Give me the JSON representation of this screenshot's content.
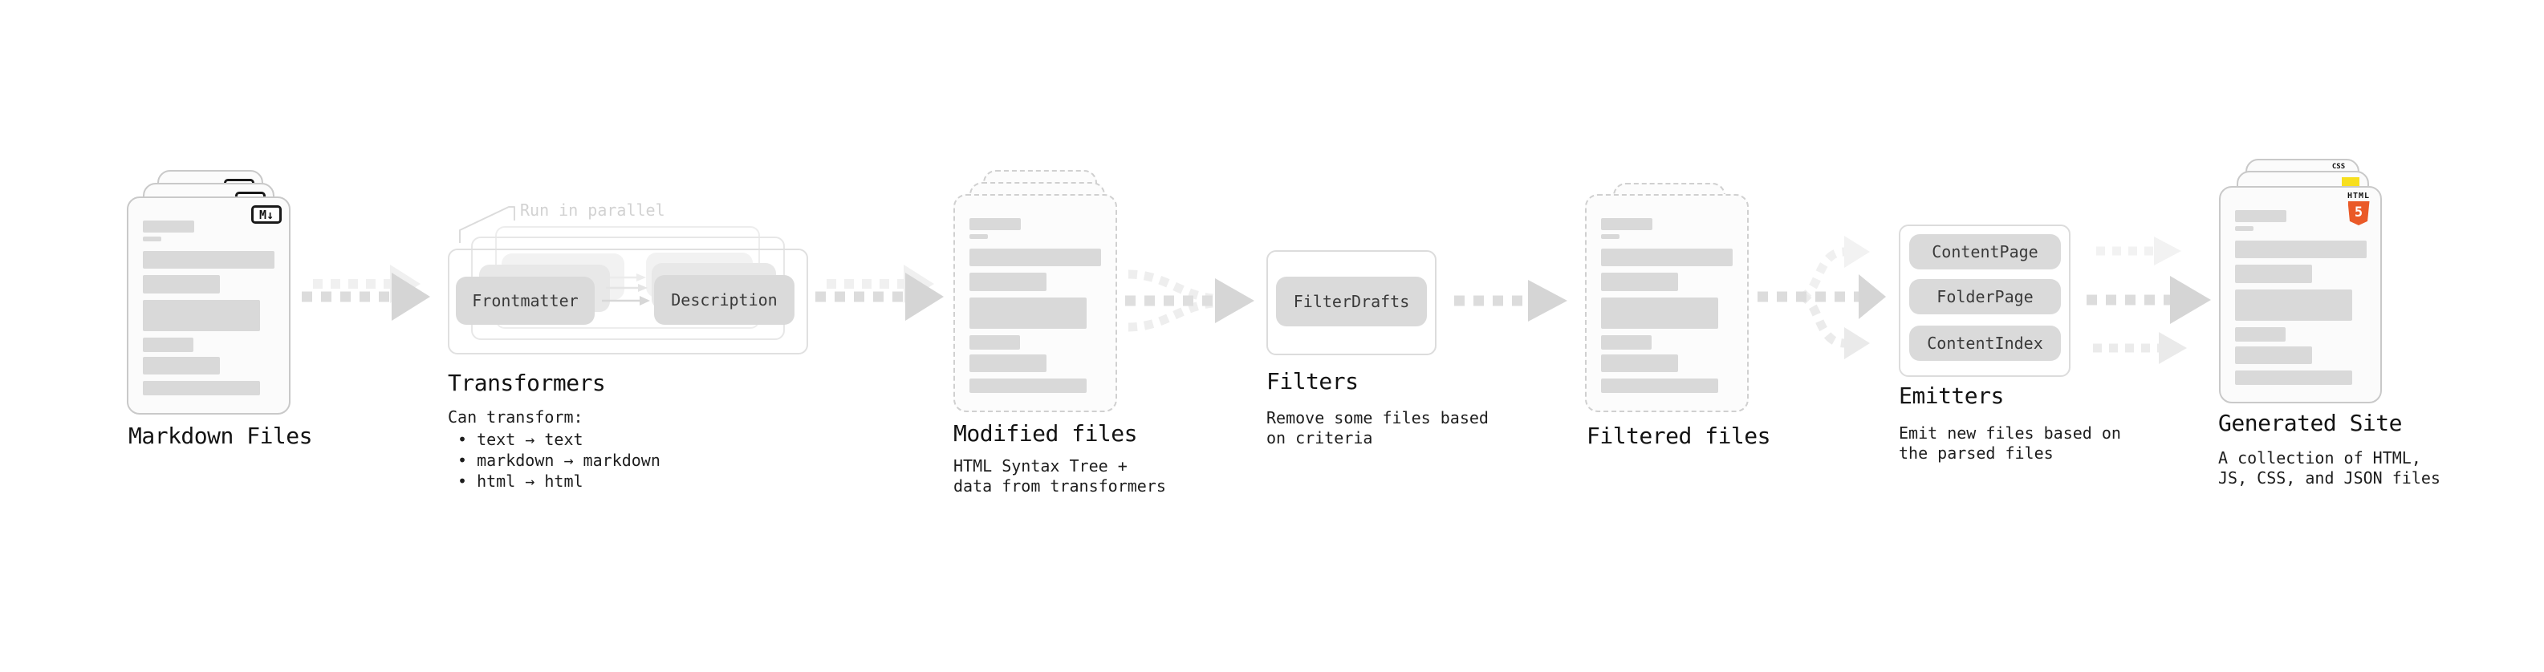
{
  "colors": {
    "background": "#ffffff",
    "bar_gray": "#d9d9d9",
    "box_gray": "#dadada",
    "arrow_gray": "#d9d9d9",
    "text_dark": "#131313",
    "note_gray": "#d2d2d2",
    "html5_orange": "#ea5a28",
    "js_yellow": "#f7df1e",
    "css_blue": "#2c63ee"
  },
  "stages": {
    "markdown_files": {
      "title": "Markdown Files",
      "badge": "M↓"
    },
    "transformers": {
      "note": "Run in parallel",
      "box1": "Frontmatter",
      "box2": "Description",
      "title": "Transformers",
      "caption_heading": "Can transform:",
      "bullets": [
        "text → text",
        "markdown → markdown",
        "html → html"
      ]
    },
    "modified_files": {
      "title": "Modified files",
      "caption_line1": "HTML Syntax Tree +",
      "caption_line2": "data from transformers"
    },
    "filters": {
      "box": "FilterDrafts",
      "title": "Filters",
      "caption_line1": "Remove some files based",
      "caption_line2": "on criteria"
    },
    "filtered_files": {
      "title": "Filtered files"
    },
    "emitters": {
      "boxes": [
        "ContentPage",
        "FolderPage",
        "ContentIndex"
      ],
      "title": "Emitters",
      "caption_line1": "Emit new files based on",
      "caption_line2": "the parsed files"
    },
    "generated_site": {
      "title": "Generated Site",
      "caption_line1": "A collection of HTML,",
      "caption_line2": "JS, CSS, and JSON files",
      "badge_html_word": "HTML",
      "badge_html_number": "5",
      "badge_css": "CSS"
    }
  }
}
